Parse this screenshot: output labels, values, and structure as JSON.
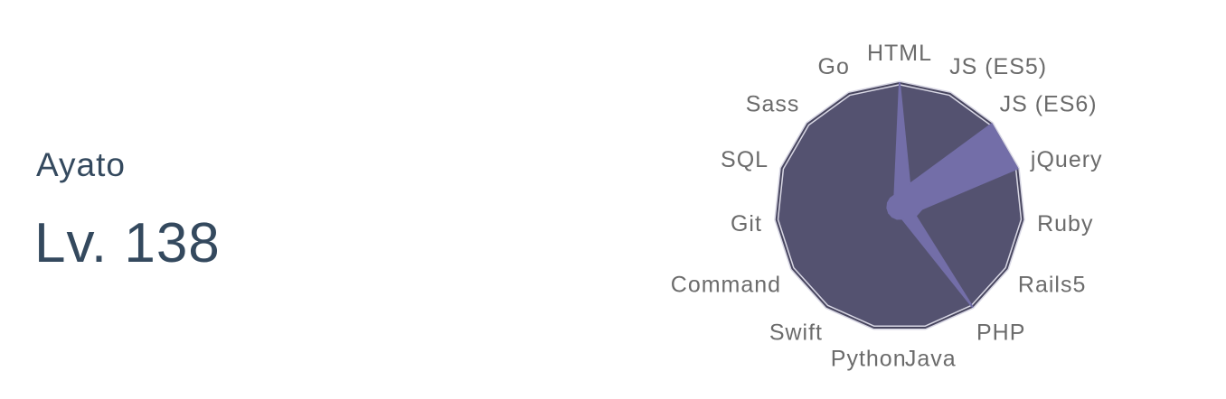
{
  "player": {
    "name": "Ayato",
    "level": "Lv. 138"
  },
  "colors": {
    "text": "#34495e",
    "area": "#545270",
    "area_stroke": "#48465f",
    "outer_ring": "#d8d7e4",
    "series": "#736ea8",
    "label": "#6b6b6b"
  },
  "chart_data": {
    "type": "radar",
    "categories": [
      "HTML",
      "JS (ES5)",
      "JS (ES6)",
      "jQuery",
      "Ruby",
      "Rails5",
      "PHP",
      "Java",
      "Python",
      "Swift",
      "Command",
      "Git",
      "SQL",
      "Sass",
      "Go"
    ],
    "max": 100,
    "series": [
      {
        "values": [
          100,
          20,
          100,
          100,
          18,
          15,
          100,
          10,
          10,
          10,
          10,
          10,
          10,
          10,
          10
        ]
      }
    ],
    "grid": false,
    "legend": "none"
  }
}
